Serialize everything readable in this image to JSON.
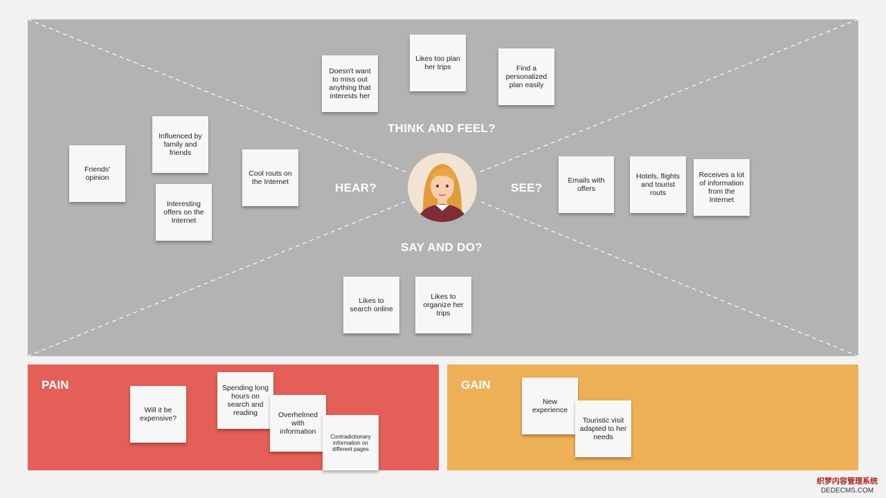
{
  "map": {
    "labels": {
      "think": "THINK AND FEEL?",
      "hear": "HEAR?",
      "see": "SEE?",
      "say": "SAY AND DO?"
    },
    "notes": {
      "think": [
        "Doesn't want\nto miss out\nanything that\ninterests her",
        "Likes too plan\nher trips",
        "Find a\npersonalized\nplan easily"
      ],
      "hear": [
        "Friends'\nopinion",
        "Influenced by\nfamily and\nfriends",
        "Interesting\noffers on the\nInternet",
        "Cool routs on\nthe Internet"
      ],
      "see": [
        "Emails with\noffers",
        "Hotels, flights\nand tourist\nrouts",
        "Receives a lot\nof information\nfrom the\nInternet"
      ],
      "say": [
        "Likes to\nsearch online",
        "Likes to\norganize her\ntrips"
      ]
    }
  },
  "pain": {
    "title": "PAIN",
    "notes": [
      "Will it be\nexpensive?",
      "Spending long\nhours on\nsearch and\nreading",
      "Overhelmed\nwith\ninformation",
      "Contradictionary\ninformation on\ndifferent pages"
    ]
  },
  "gain": {
    "title": "GAIN",
    "notes": [
      "New\nexperience",
      "Touristic visit\nadapted to her\nneeds"
    ]
  },
  "watermark": {
    "line1": "织梦内容管理系统",
    "line2": "DEDECMS.COM"
  },
  "colors": {
    "map_bg": "#b3b3b3",
    "pain": "#e35f57",
    "gain": "#edb057",
    "note": "#f7f7f7"
  }
}
